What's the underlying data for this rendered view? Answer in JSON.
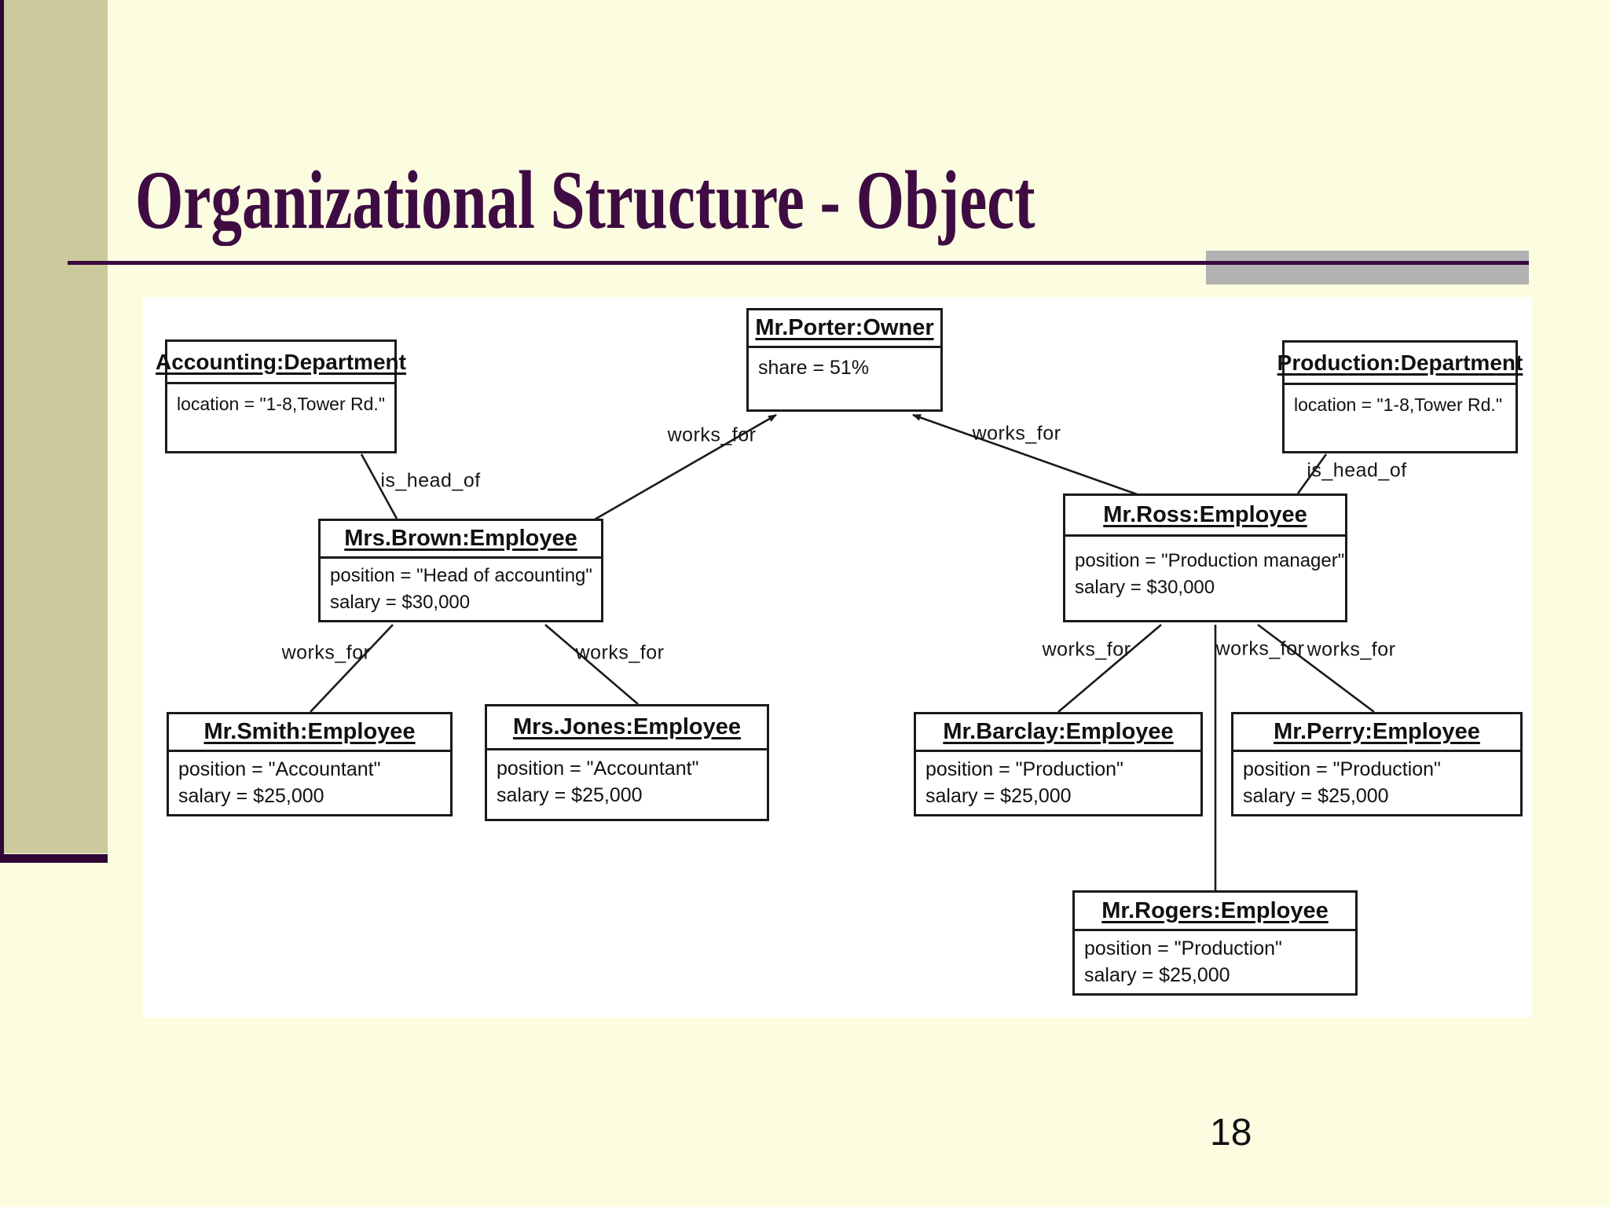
{
  "slide": {
    "title": "Organizational Structure - Object",
    "page_number": "18",
    "colors": {
      "background": "#FCFCE1",
      "sidebar": "#CCC99C",
      "accent_dark": "#2F0735",
      "title_text": "#3E0C42",
      "gray_block": "#B2B2B2",
      "panel": "#FFFFFF",
      "ink": "#1A1A1A"
    }
  },
  "diagram": {
    "objects": {
      "porter": {
        "name": "Mr.Porter:Owner",
        "attrs": [
          "share = 51%"
        ]
      },
      "accounting": {
        "name": "Accounting:Department",
        "attrs": [
          "location = \"1-8,Tower Rd.\""
        ]
      },
      "production": {
        "name": "Production:Department",
        "attrs": [
          "location = \"1-8,Tower Rd.\""
        ]
      },
      "brown": {
        "name": "Mrs.Brown:Employee",
        "attrs": [
          "position = \"Head of accounting\"",
          "salary = $30,000"
        ]
      },
      "ross": {
        "name": "Mr.Ross:Employee",
        "attrs": [
          "position = \"Production manager\"",
          "salary = $30,000"
        ]
      },
      "smith": {
        "name": "Mr.Smith:Employee",
        "attrs": [
          "position = \"Accountant\"",
          "salary = $25,000"
        ]
      },
      "jones": {
        "name": "Mrs.Jones:Employee",
        "attrs": [
          "position = \"Accountant\"",
          "salary = $25,000"
        ]
      },
      "barclay": {
        "name": "Mr.Barclay:Employee",
        "attrs": [
          "position = \"Production\"",
          "salary = $25,000"
        ]
      },
      "perry": {
        "name": "Mr.Perry:Employee",
        "attrs": [
          "position = \"Production\"",
          "salary = $25,000"
        ]
      },
      "rogers": {
        "name": "Mr.Rogers:Employee",
        "attrs": [
          "position = \"Production\"",
          "salary = $25,000"
        ]
      }
    },
    "edges": {
      "e1": {
        "label": "is_head_of",
        "from": "accounting",
        "to": "brown"
      },
      "e2": {
        "label": "works_for",
        "from": "brown",
        "to": "porter"
      },
      "e3": {
        "label": "works_for",
        "from": "ross",
        "to": "porter"
      },
      "e4": {
        "label": "is_head_of",
        "from": "production",
        "to": "ross"
      },
      "e5": {
        "label": "works_for",
        "from": "smith",
        "to": "brown"
      },
      "e6": {
        "label": "works_for",
        "from": "jones",
        "to": "brown"
      },
      "e7": {
        "label": "works_for",
        "from": "barclay",
        "to": "ross"
      },
      "e8": {
        "label": "works_for",
        "from": "rogers",
        "to": "ross"
      },
      "e9": {
        "label": "works_for",
        "from": "perry",
        "to": "ross"
      }
    }
  }
}
